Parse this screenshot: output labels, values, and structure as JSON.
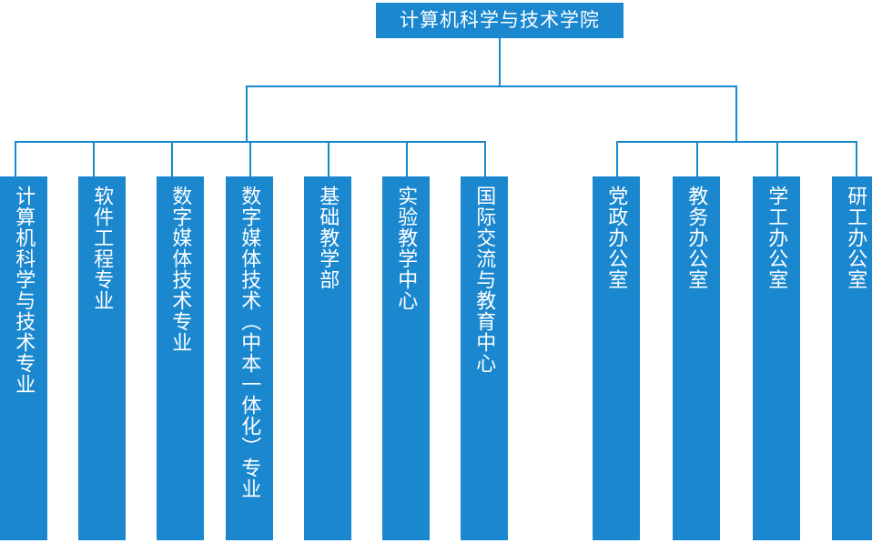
{
  "diagram": {
    "type": "org-chart",
    "title": "计算机科学与技术学院",
    "accent_color": "#1a87ce",
    "background_color": "#ffffff",
    "text_color": "#ffffff",
    "root": {
      "label": "计算机科学与技术学院"
    },
    "groups": [
      {
        "name": "academic",
        "nodes": [
          {
            "label": "计算机科学与技术专业"
          },
          {
            "label": "软件工程专业"
          },
          {
            "label": "数字媒体技术专业"
          },
          {
            "label": "数字媒体技术（中本一体化）专业"
          },
          {
            "label": "基础教学部"
          },
          {
            "label": "实验教学中心"
          },
          {
            "label": "国际交流与教育中心"
          }
        ]
      },
      {
        "name": "administrative",
        "nodes": [
          {
            "label": "党政办公室"
          },
          {
            "label": "教务办公室"
          },
          {
            "label": "学工办公室"
          },
          {
            "label": "研工办公室"
          }
        ]
      }
    ]
  }
}
